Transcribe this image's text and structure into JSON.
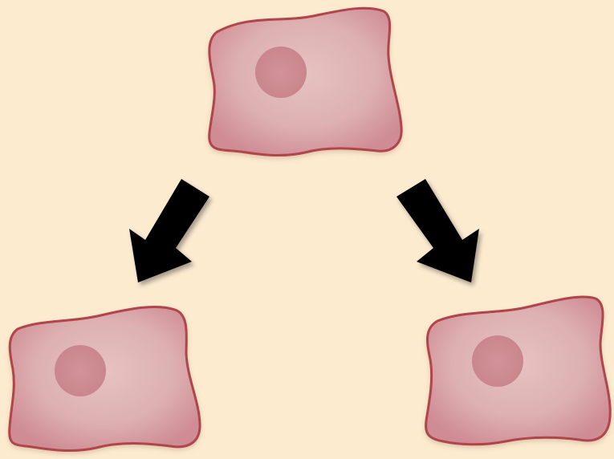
{
  "diagram": {
    "type": "cell-division",
    "background_color": "#fdebd0",
    "nodes": [
      {
        "id": "parent-cell",
        "role": "parent",
        "shape": "cell-with-nucleus"
      },
      {
        "id": "daughter-cell-left",
        "role": "daughter",
        "shape": "cell-with-nucleus"
      },
      {
        "id": "daughter-cell-right",
        "role": "daughter",
        "shape": "cell-with-nucleus"
      }
    ],
    "edges": [
      {
        "from": "parent-cell",
        "to": "daughter-cell-left",
        "shape": "arrow"
      },
      {
        "from": "parent-cell",
        "to": "daughter-cell-right",
        "shape": "arrow"
      }
    ],
    "colors": {
      "cell_fill_center": "#e2b9b9",
      "cell_fill_edge": "#d18e95",
      "cell_membrane": "#b0444c",
      "nucleus": "#cd8b91",
      "arrow": "#000000"
    }
  }
}
